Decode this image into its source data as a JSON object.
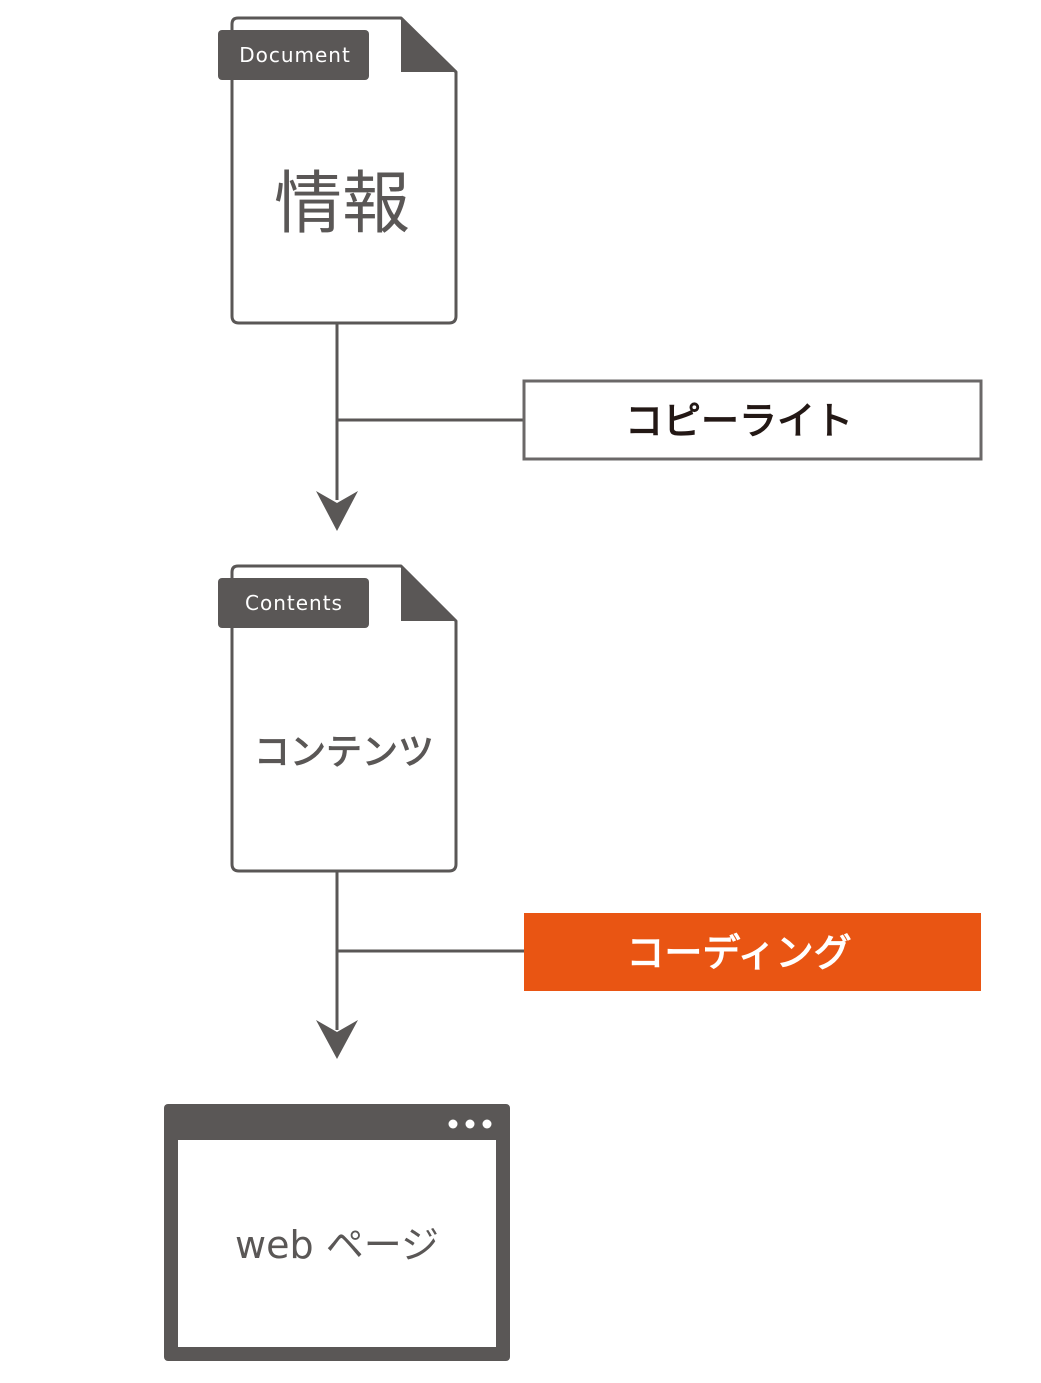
{
  "colors": {
    "ink": "#5a5756",
    "copyright_border": "#6b6868",
    "copyright_text": "#231815",
    "coding_fill": "#e95513",
    "coding_text": "#ffffff",
    "background": "#ffffff"
  },
  "nodes": {
    "document": {
      "tag": "Document",
      "title": "情報"
    },
    "contents": {
      "tag": "Contents",
      "title": "コンテンツ"
    },
    "webpage": {
      "title": "web ページ"
    }
  },
  "processes": {
    "copyright": {
      "label": "コピーライト"
    },
    "coding": {
      "label": "コーディング"
    }
  }
}
